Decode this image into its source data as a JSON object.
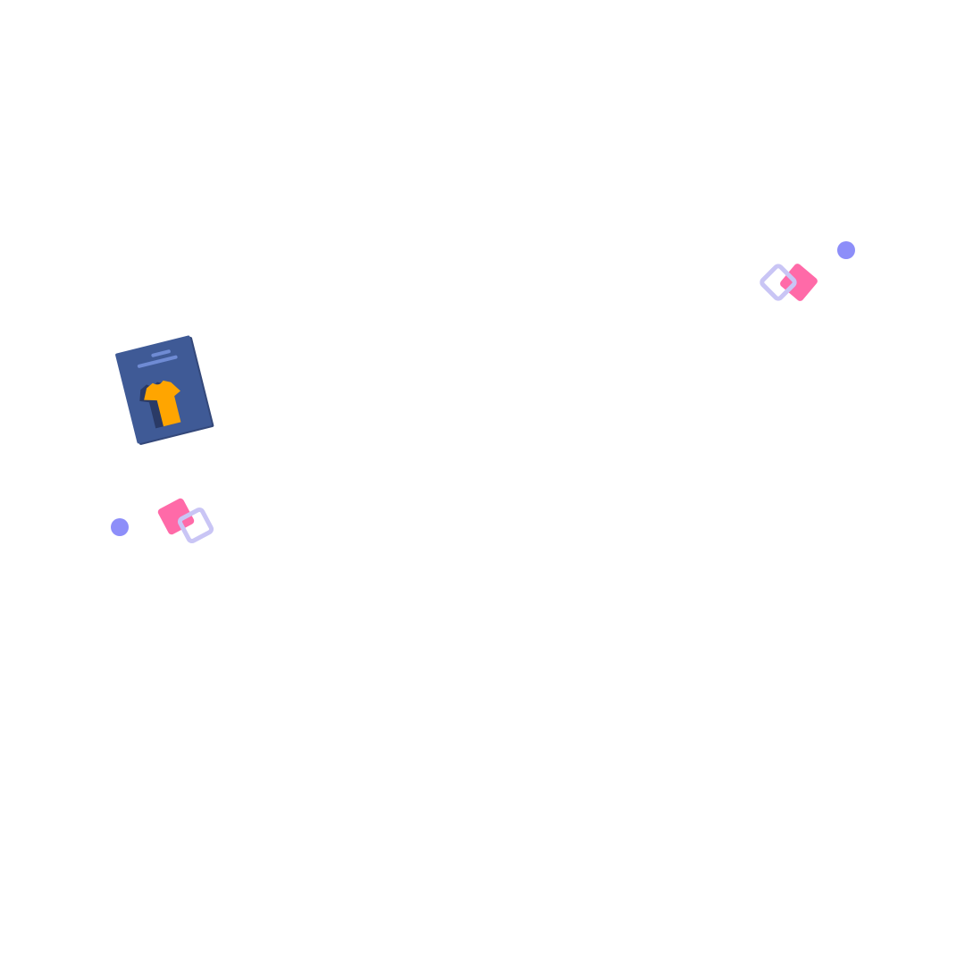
{
  "colors": {
    "background": "#ffffff",
    "card": "#3f5a96",
    "card_shade": "#34487a",
    "card_lines": "#6f8bd4",
    "shirt": "#ffa500",
    "shirt_shadow": "#2a3a66",
    "pink": "#ff6aa8",
    "lavender": "#c9c5f5",
    "dot": "#8d8ef9"
  },
  "icons": {
    "card": "clothing-catalog-card-icon",
    "shirt": "t-shirt-icon",
    "dot": "dot",
    "filled_diamond": "filled-diamond",
    "outline_diamond": "outline-diamond"
  }
}
